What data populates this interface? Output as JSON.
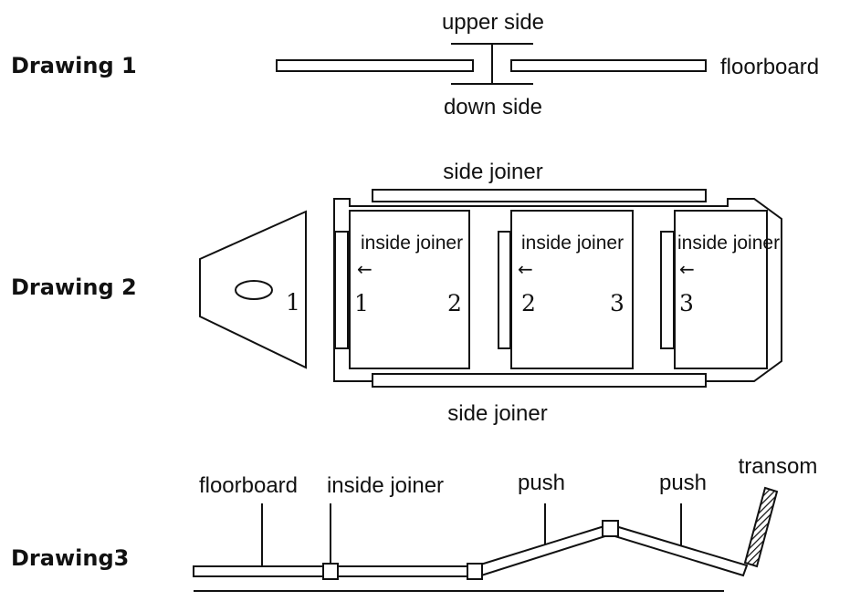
{
  "drawing1": {
    "title": "Drawing 1",
    "upper_label": "upper side",
    "lower_label": "down side",
    "floorboard_label": "floorboard"
  },
  "drawing2": {
    "title": "Drawing 2",
    "side_joiner_top": "side joiner",
    "side_joiner_bottom": "side  joiner",
    "inside_joiner_label": "inside joiner",
    "arrow": "←",
    "bow_number": "1",
    "section_numbers": [
      [
        "1",
        "2"
      ],
      [
        "2",
        "3"
      ],
      [
        "3"
      ]
    ]
  },
  "drawing3": {
    "title": "Drawing3",
    "labels": {
      "floorboard": "floorboard",
      "inside_joiner": "inside joiner",
      "push_left": "push",
      "push_right": "push",
      "transom": "transom"
    }
  }
}
